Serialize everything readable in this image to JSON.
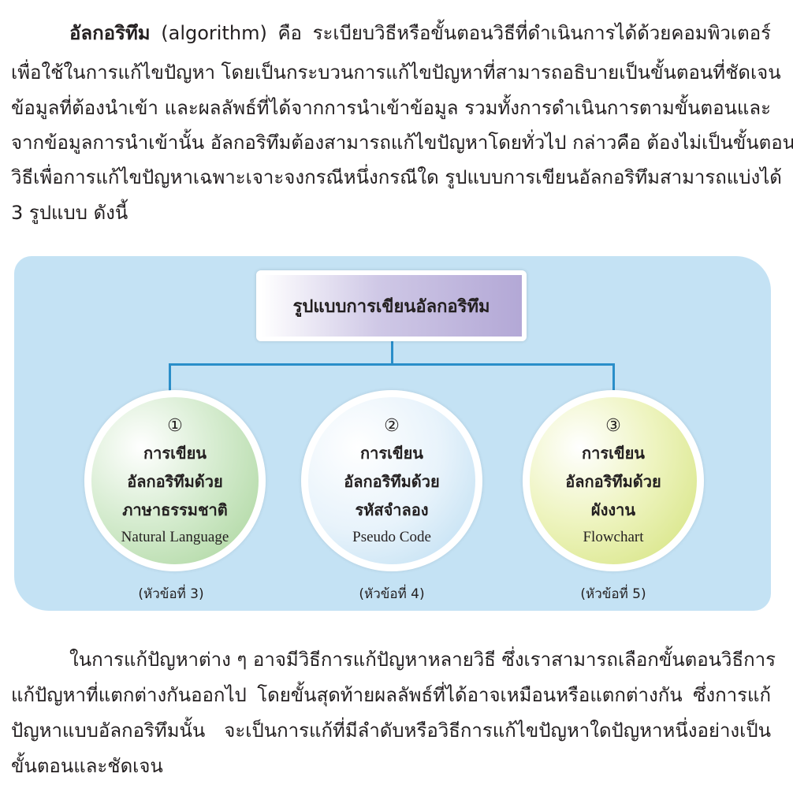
{
  "intro": {
    "term": "อัลกอริทึม",
    "lines": [
      " (algorithm) คือ ระเบียบวิธีหรือขั้นตอนวิธีที่ดำเนินการได้ด้วยคอมพิวเตอร์",
      "เพื่อใช้ในการแก้ไขปัญหา โดยเป็นกระบวนการแก้ไขปัญหาที่สามารถอธิบายเป็นขั้นตอนที่ชัดเจน",
      "ข้อมูลที่ต้องนำเข้า และผลลัพธ์ที่ได้จากการนำเข้าข้อมูล รวมทั้งการดำเนินการตามขั้นตอนและ",
      "จากข้อมูลการนำเข้านั้น อัลกอริทึมต้องสามารถแก้ไขปัญหาโดยทั่วไป กล่าวคือ ต้องไม่เป็นขั้นตอน",
      "วิธีเพื่อการแก้ไขปัญหาเฉพาะเจาะจงกรณีหนึ่งกรณีใด รูปแบบการเขียนอัลกอริทึมสามารถแบ่งได้",
      "3 รูปแบบ ดังนี้"
    ]
  },
  "diagram": {
    "title": "รูปแบบการเขียนอัลกอริทึม",
    "items": [
      {
        "num": "①",
        "l1": "การเขียน",
        "l2": "อัลกอริทึมด้วย",
        "l3": "ภาษาธรรมชาติ",
        "en": "Natural Language",
        "ref": "(หัวข้อที่ 3)"
      },
      {
        "num": "②",
        "l1": "การเขียน",
        "l2": "อัลกอริทึมด้วย",
        "l3": "รหัสจำลอง",
        "en": "Pseudo Code",
        "ref": "(หัวข้อที่ 4)"
      },
      {
        "num": "③",
        "l1": "การเขียน",
        "l2": "อัลกอริทึมด้วย",
        "l3": "ผังงาน",
        "en": "Flowchart",
        "ref": "(หัวข้อที่ 5)"
      }
    ]
  },
  "outro": {
    "lines": [
      "ในการแก้ปัญหาต่าง ๆ อาจมีวิธีการแก้ปัญหาหลายวิธี ซึ่งเราสามารถเลือกขั้นตอนวิธีการ",
      "แก้ปัญหาที่แตกต่างกันออกไป โดยขั้นสุดท้ายผลลัพธ์ที่ได้อาจเหมือนหรือแตกต่างกัน ซึ่งการแก้",
      "ปัญหาแบบอัลกอริทึมนั้น จะเป็นการแก้ที่มีลำดับหรือวิธีการแก้ไขปัญหาใดปัญหาหนึ่งอย่างเป็น",
      "ขั้นตอนและชัดเจน"
    ]
  }
}
